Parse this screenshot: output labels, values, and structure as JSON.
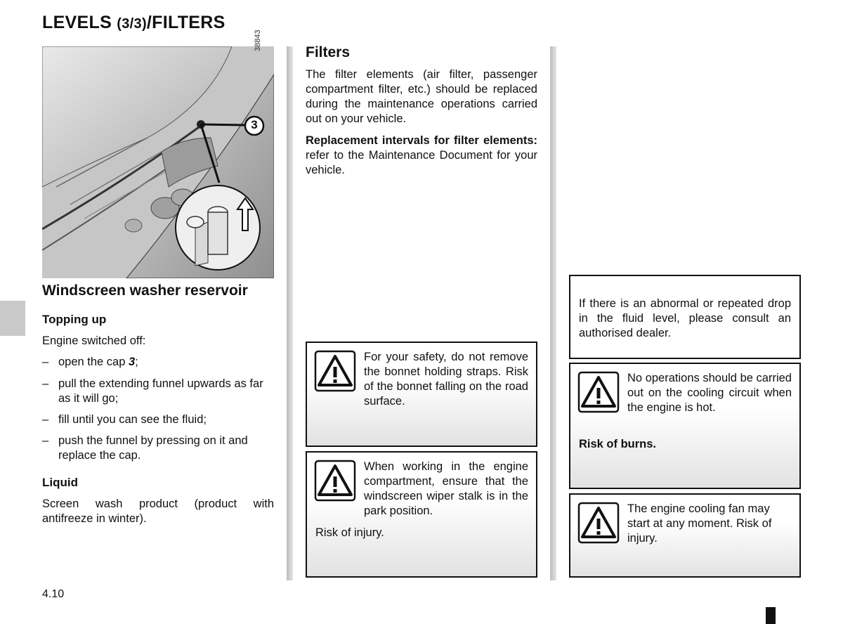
{
  "header": {
    "title_main": "LEVELS ",
    "title_small": "(3/3)",
    "title_rest": "/FILTERS"
  },
  "illustration": {
    "part_number": "38843",
    "callout": "3"
  },
  "left_column": {
    "heading": "Windscreen washer reservoir",
    "topping_up": {
      "heading": "Topping up",
      "intro": "Engine switched off:",
      "steps": [
        {
          "pre": "open the cap ",
          "ref": "3",
          "post": ";"
        },
        {
          "pre": "pull the extending funnel upwards as far as it will go;",
          "ref": "",
          "post": ""
        },
        {
          "pre": "fill until you can see the fluid;",
          "ref": "",
          "post": ""
        },
        {
          "pre": "push the funnel by pressing on it and replace the cap.",
          "ref": "",
          "post": ""
        }
      ]
    },
    "liquid": {
      "heading": "Liquid",
      "text": "Screen wash product (product with antifreeze in winter)."
    }
  },
  "middle_column": {
    "heading": "Filters",
    "text": "The filter elements (air filter, passenger compartment filter, etc.) should be replaced during the maintenance operations carried out on your vehicle.",
    "interval_bold": "Replacement intervals for filter elements:",
    "interval_rest": " refer to the Maintenance Document for your vehicle.",
    "warnings": [
      {
        "text": "For your safety, do not remove the bonnet holding straps. Risk of the bonnet falling on the road surface.",
        "extra": ""
      },
      {
        "text": "When working in the engine compartment, ensure that the windscreen wiper stalk is in the park position.",
        "extra": "Risk of injury."
      }
    ]
  },
  "right_column": {
    "note": "If there is an abnormal or repeated drop in the fluid level, please consult an authorised dealer.",
    "warnings": [
      {
        "text": "No operations should be carried out on the cooling circuit when the engine is hot.",
        "extra": "Risk of burns."
      },
      {
        "text": "The engine cooling fan may start at any moment. Risk of injury.",
        "extra": ""
      }
    ]
  },
  "footer": {
    "page_number": "4.10"
  }
}
